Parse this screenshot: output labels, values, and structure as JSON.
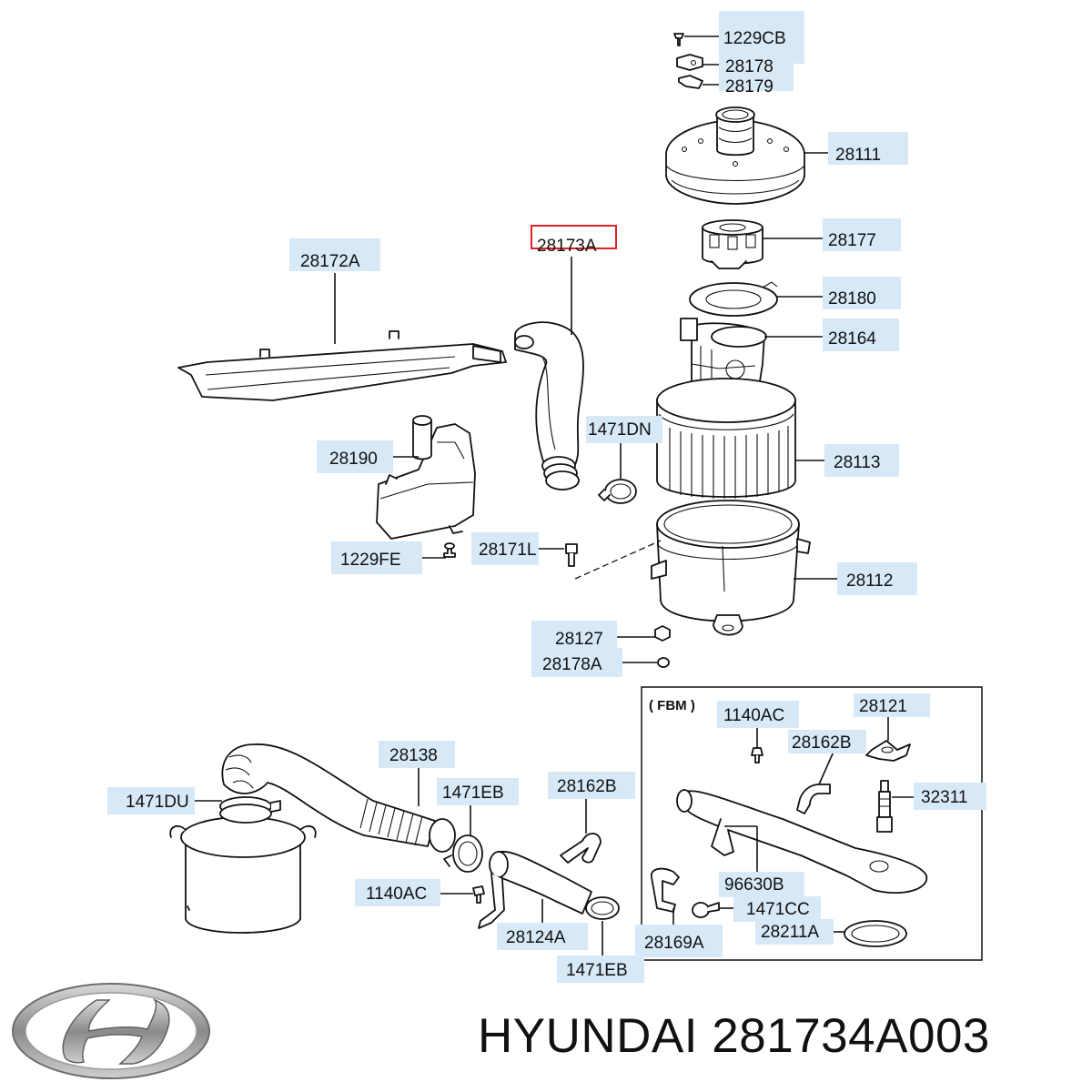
{
  "brand": {
    "name": "HYUNDAI",
    "part_number": "281734A003",
    "logo_icon": "hyundai-logo-icon"
  },
  "highlight_color": "#d8232a",
  "label_bg_color": "#d7e8f7",
  "inset_title": "( FBM )",
  "labels": [
    {
      "id": "1229CB",
      "text": "1229CB"
    },
    {
      "id": "28178",
      "text": "28178"
    },
    {
      "id": "28179",
      "text": "28179"
    },
    {
      "id": "28111",
      "text": "28111"
    },
    {
      "id": "28173A",
      "text": "28173A",
      "highlighted": true
    },
    {
      "id": "28177",
      "text": "28177"
    },
    {
      "id": "28172A",
      "text": "28172A"
    },
    {
      "id": "28180",
      "text": "28180"
    },
    {
      "id": "28164",
      "text": "28164"
    },
    {
      "id": "1471DN",
      "text": "1471DN"
    },
    {
      "id": "28190",
      "text": "28190"
    },
    {
      "id": "28113",
      "text": "28113"
    },
    {
      "id": "28171L",
      "text": "28171L"
    },
    {
      "id": "1229FE",
      "text": "1229FE"
    },
    {
      "id": "28112",
      "text": "28112"
    },
    {
      "id": "28127",
      "text": "28127"
    },
    {
      "id": "28178A",
      "text": "28178A"
    },
    {
      "id": "1140AC_inset",
      "text": "1140AC"
    },
    {
      "id": "28121",
      "text": "28121"
    },
    {
      "id": "28162B_inset",
      "text": "28162B"
    },
    {
      "id": "28138",
      "text": "28138"
    },
    {
      "id": "1471EB_top",
      "text": "1471EB"
    },
    {
      "id": "28162B",
      "text": "28162B"
    },
    {
      "id": "1471DU",
      "text": "1471DU"
    },
    {
      "id": "32311",
      "text": "32311"
    },
    {
      "id": "96630B",
      "text": "96630B"
    },
    {
      "id": "1140AC",
      "text": "1140AC"
    },
    {
      "id": "1471CC",
      "text": "1471CC"
    },
    {
      "id": "28211A",
      "text": "28211A"
    },
    {
      "id": "28124A",
      "text": "28124A"
    },
    {
      "id": "28169A",
      "text": "28169A"
    },
    {
      "id": "1471EB_bottom",
      "text": "1471EB"
    }
  ]
}
